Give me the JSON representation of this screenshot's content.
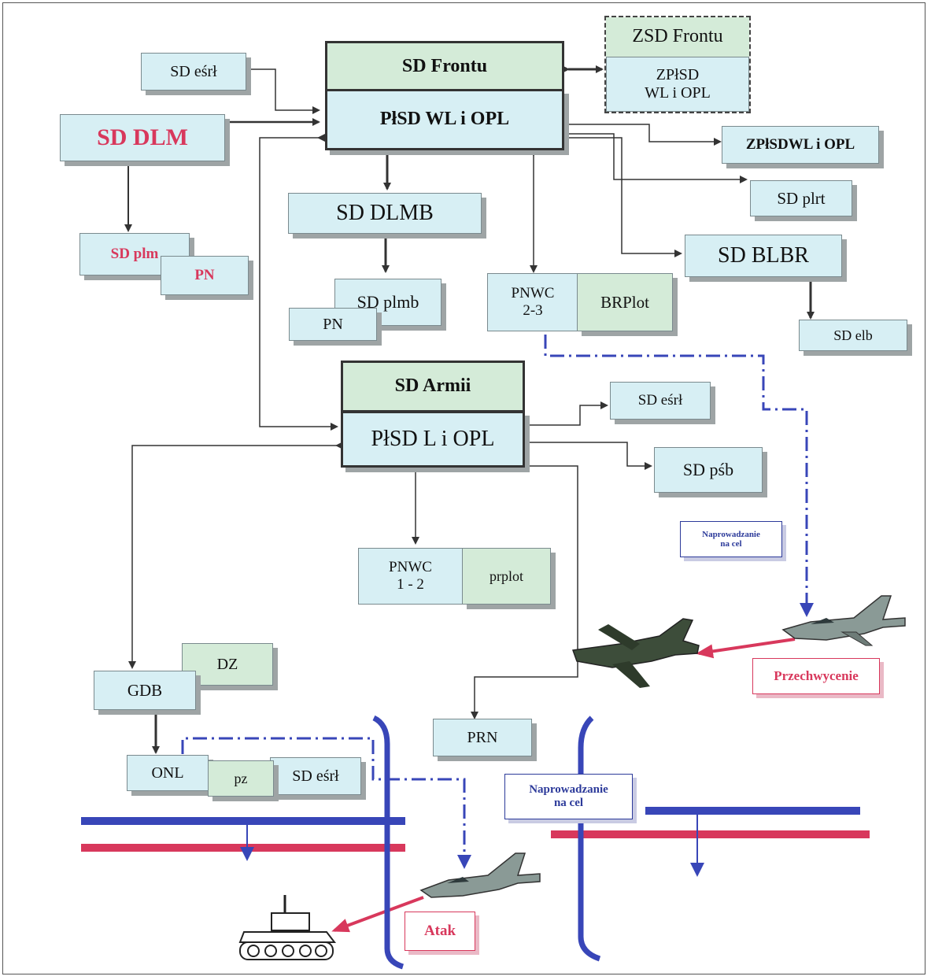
{
  "colors": {
    "background": "#ffffff",
    "box_fill": "#d7eff4",
    "box_fill_green": "#d4ebd8",
    "connector": "#333333",
    "guidance_blue": "#3846b8",
    "attack_red": "#d8385c"
  },
  "nodes": {
    "sd_frontu": "SD Frontu",
    "plsd_wl_opl": "PłSD WL i OPL",
    "zsd_frontu": "ZSD Frontu",
    "zplsd_line1": "ZPłSD",
    "zplsd_line2": "WL i OPL",
    "sd_esrl_top": "SD eśrł",
    "sd_dlm": "SD DLM",
    "zplsdwl_opl": "ZPłSDWL i OPL",
    "sd_plrt": "SD plrt",
    "sd_dlmb": "SD DLMB",
    "sd_plm": "SD plm",
    "pn_left": "PN",
    "sd_plmb": "SD plmb",
    "pn_mid": "PN",
    "pnwc_23_line1": "PNWC",
    "pnwc_23_line2": "2-3",
    "brplot": "BRPlot",
    "sd_blbr": "SD BLBR",
    "sd_elb": "SD elb",
    "sd_armii": "SD Armii",
    "plsd_l_opl": "PłSD L i OPL",
    "sd_esrl_right": "SD eśrł",
    "sd_psb": "SD pśb",
    "pnwc_12_line1": "PNWC",
    "pnwc_12_line2": "1 - 2",
    "prplot": "prplot",
    "dz": "DZ",
    "gdb": "GDB",
    "prn": "PRN",
    "onl": "ONL",
    "pz": "pz",
    "sd_esrl_bottom": "SD eśrł"
  },
  "labels": {
    "guidance_upper_line1": "Naprowadzanie",
    "guidance_upper_line2": "na cel",
    "intercept": "Przechwycenie",
    "guidance_lower_line1": "Naprowadzanie",
    "guidance_lower_line2": "na cel",
    "attack": "Atak"
  },
  "icons": {
    "fighter_jet_upper": "fighter-jet-icon",
    "attack_aircraft": "attack-aircraft-icon",
    "fighter_jet_lower": "fighter-jet-icon",
    "tank": "tank-icon"
  }
}
